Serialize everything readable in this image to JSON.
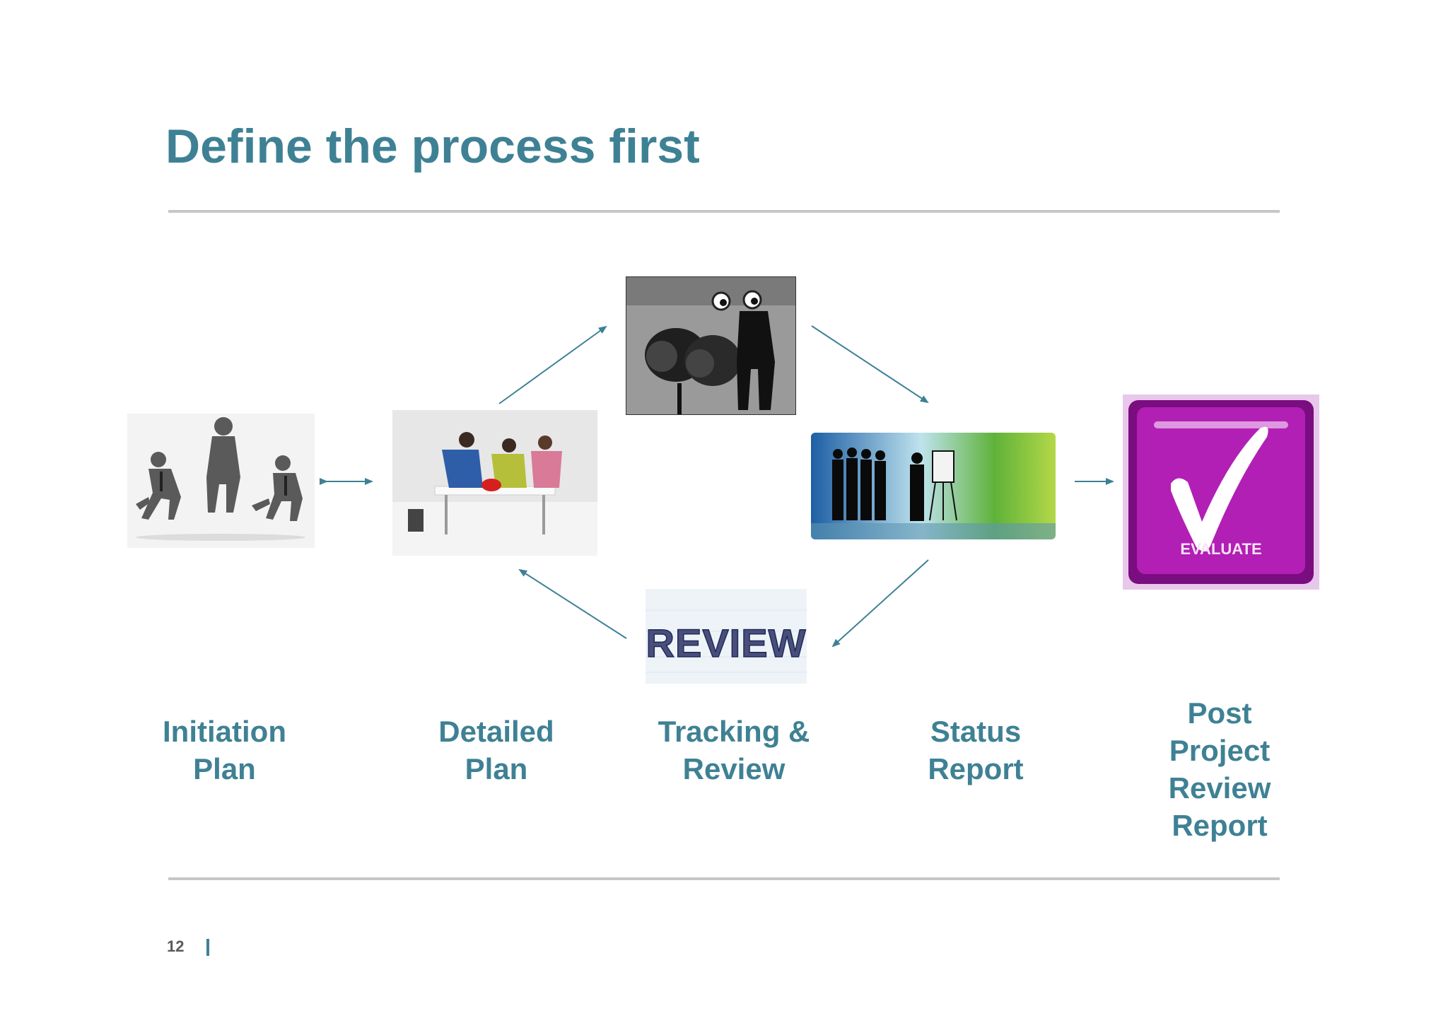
{
  "slide": {
    "title": "Define the process first",
    "page_number": "12",
    "accent_color": "#3f8194",
    "rule_color": "#c7c7c7"
  },
  "stages": [
    {
      "id": "initiation",
      "label": "Initiation\nPlan",
      "icon": "people-starting-line-photo"
    },
    {
      "id": "detailed",
      "label": "Detailed\nPlan",
      "icon": "team-planning-table-photo"
    },
    {
      "id": "tracking",
      "label": "Tracking &\nReview",
      "icon": "review-word-image"
    },
    {
      "id": "status",
      "label": "Status\nReport",
      "icon": "presentation-silhouettes-photo"
    },
    {
      "id": "post",
      "label": "Post\nProject\nReview\nReport",
      "icon": "evaluate-checkmark-button"
    }
  ],
  "images": {
    "binoculars": "binoculars-people-photo",
    "review_text": "REVIEW",
    "evaluate_text": "EVALUATE",
    "evaluate_color": "#b21fb5"
  },
  "connections": [
    {
      "from": "initiation",
      "to": "detailed",
      "type": "bidirectional"
    },
    {
      "from": "detailed",
      "to": "tracking-binoculars",
      "type": "forward"
    },
    {
      "from": "tracking-binoculars",
      "to": "status",
      "type": "forward"
    },
    {
      "from": "status",
      "to": "tracking",
      "type": "forward"
    },
    {
      "from": "tracking",
      "to": "detailed",
      "type": "forward"
    },
    {
      "from": "status",
      "to": "post",
      "type": "forward"
    }
  ]
}
